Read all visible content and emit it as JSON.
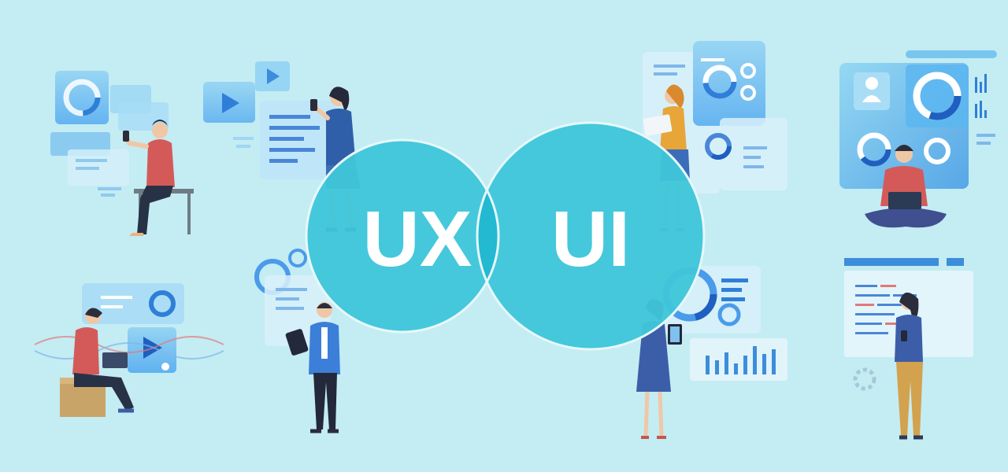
{
  "title_left": "UX",
  "title_right": "UI",
  "colors": {
    "background": "#c4ecf3",
    "circle": "#3fc6da",
    "overlap": "#22b9d1",
    "ring": "#e6f8fb",
    "panel": "#7ec9ef",
    "panel_dark": "#3f8fe0",
    "text_bar": "#4a86d8"
  },
  "illustrations": [
    {
      "icon": "man-sitting-on-bench-with-phone"
    },
    {
      "icon": "woman-with-phone-and-video-panels"
    },
    {
      "icon": "woman-holding-laptop-with-charts"
    },
    {
      "icon": "man-cross-legged-with-laptop-dashboard"
    },
    {
      "icon": "man-with-laptop-on-box"
    },
    {
      "icon": "man-with-tablet-in-suit"
    },
    {
      "icon": "woman-with-tablet-and-bar-chart"
    },
    {
      "icon": "woman-with-phone-and-code-window"
    }
  ]
}
